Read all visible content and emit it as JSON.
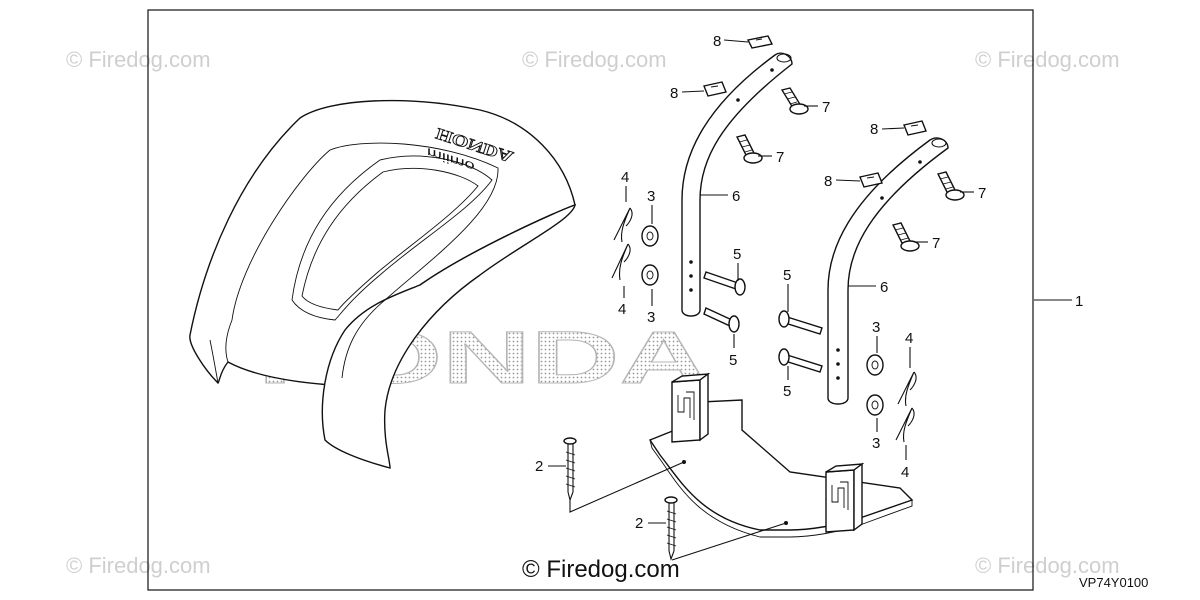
{
  "watermarks": [
    "© Firedog.com",
    "© Firedog.com",
    "© Firedog.com",
    "© Firedog.com",
    "© Firedog.com"
  ],
  "background_logo": "HONDA",
  "cover_logo": "HONDA",
  "cover_badge": "miimo",
  "copyright": "© Firedog.com",
  "ref_code": "VP74Y0100",
  "callouts": {
    "c1": "1",
    "c2a": "2",
    "c2b": "2",
    "c3a": "3",
    "c3b": "3",
    "c3c": "3",
    "c3d": "3",
    "c4a": "4",
    "c4b": "4",
    "c4c": "4",
    "c4d": "4",
    "c5a": "5",
    "c5b": "5",
    "c5c": "5",
    "c5d": "5",
    "c6a": "6",
    "c6b": "6",
    "c7a": "7",
    "c7b": "7",
    "c7c": "7",
    "c7d": "7",
    "c8a": "8",
    "c8b": "8",
    "c8c": "8",
    "c8d": "8"
  }
}
